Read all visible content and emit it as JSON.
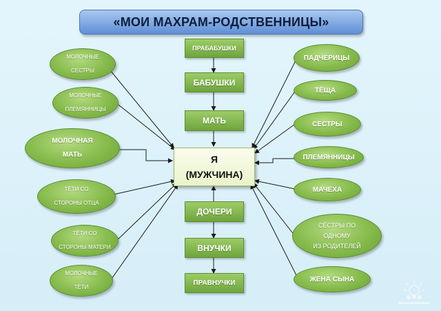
{
  "title": "«МОИ МАХРАМ-РОДСТВЕННИЦЫ»",
  "center": {
    "line1": "Я",
    "line2": "(МУЖЧИНА)"
  },
  "vertical_top": [
    "ПРАБАБУШКИ",
    "БАБУШКИ",
    "МАТЬ"
  ],
  "vertical_bottom": [
    "ДОЧЕРИ",
    "ВНУЧКИ",
    "ПРАВНУЧКИ"
  ],
  "left": [
    {
      "line1": "МОЛОЧНЫЕ",
      "line2": "СЕСТРЫ"
    },
    {
      "line1": "МОЛОЧНЫЕ",
      "line2": "ПЛЕМЯННИЦЫ"
    },
    {
      "line1": "МОЛОЧНАЯ",
      "line2": "МАТЬ"
    },
    {
      "line1": "ТЁТИ СО",
      "line2": "СТОРОНЫ ОТЦА"
    },
    {
      "line1": "ТЁТИ СО",
      "line2": "СТОРОНЫ МАТЕРИ"
    },
    {
      "line1": "МОЛОЧНЫЕ",
      "line2": "ТЁТИ"
    }
  ],
  "right": [
    {
      "line1": "ПАДЧЕРИЦЫ"
    },
    {
      "line1": "ТЁЩА"
    },
    {
      "line1": "СЕСТРЫ"
    },
    {
      "line1": "ПЛЕМЯННИЦЫ"
    },
    {
      "line1": "МАЧЕХА"
    },
    {
      "line1": "СЁСТРЫ ПО",
      "line2": "ОДНОМУ",
      "line3": "ИЗ РОДИТЕЛЕЙ"
    },
    {
      "line1": "ЖЕНА СЫНА"
    }
  ],
  "colors": {
    "box_green": "#7fb548",
    "title_blue": "#7aa3e0",
    "center_fill": "#f2f8da"
  }
}
